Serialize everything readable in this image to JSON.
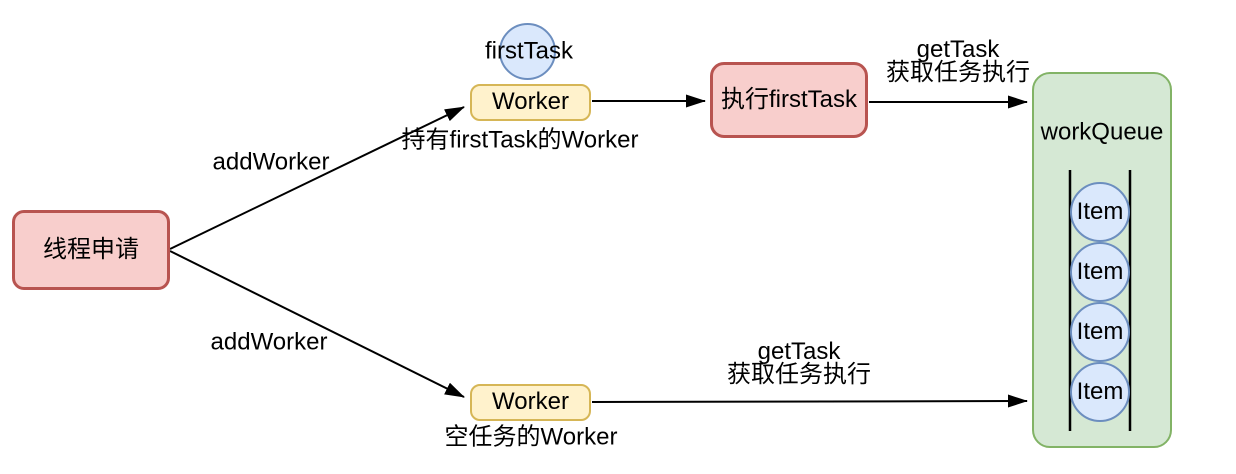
{
  "diagram": {
    "nodes": {
      "thread_request": "线程申请",
      "first_task": "firstTask",
      "worker_top": "Worker",
      "worker_top_caption": "持有firstTask的Worker",
      "exec_first_task": "执行firstTask",
      "worker_bottom": "Worker",
      "worker_bottom_caption": "空任务的Worker",
      "work_queue_title": "workQueue",
      "queue_items": [
        "Item",
        "Item",
        "Item",
        "Item"
      ]
    },
    "edges": {
      "add_worker_top": "addWorker",
      "add_worker_bottom": "addWorker",
      "get_task_top_line1": "getTask",
      "get_task_top_line2": "获取任务执行",
      "get_task_bottom_line1": "getTask",
      "get_task_bottom_line2": "获取任务执行"
    },
    "colors": {
      "red_fill": "#f8cecc",
      "red_stroke": "#b85450",
      "yellow_fill": "#fff2cc",
      "yellow_stroke": "#d6b656",
      "green_fill": "#d5e8d4",
      "green_stroke": "#82b366",
      "blue_fill": "#dae8fc",
      "blue_stroke": "#6c8ebf",
      "connector": "#000000"
    }
  }
}
